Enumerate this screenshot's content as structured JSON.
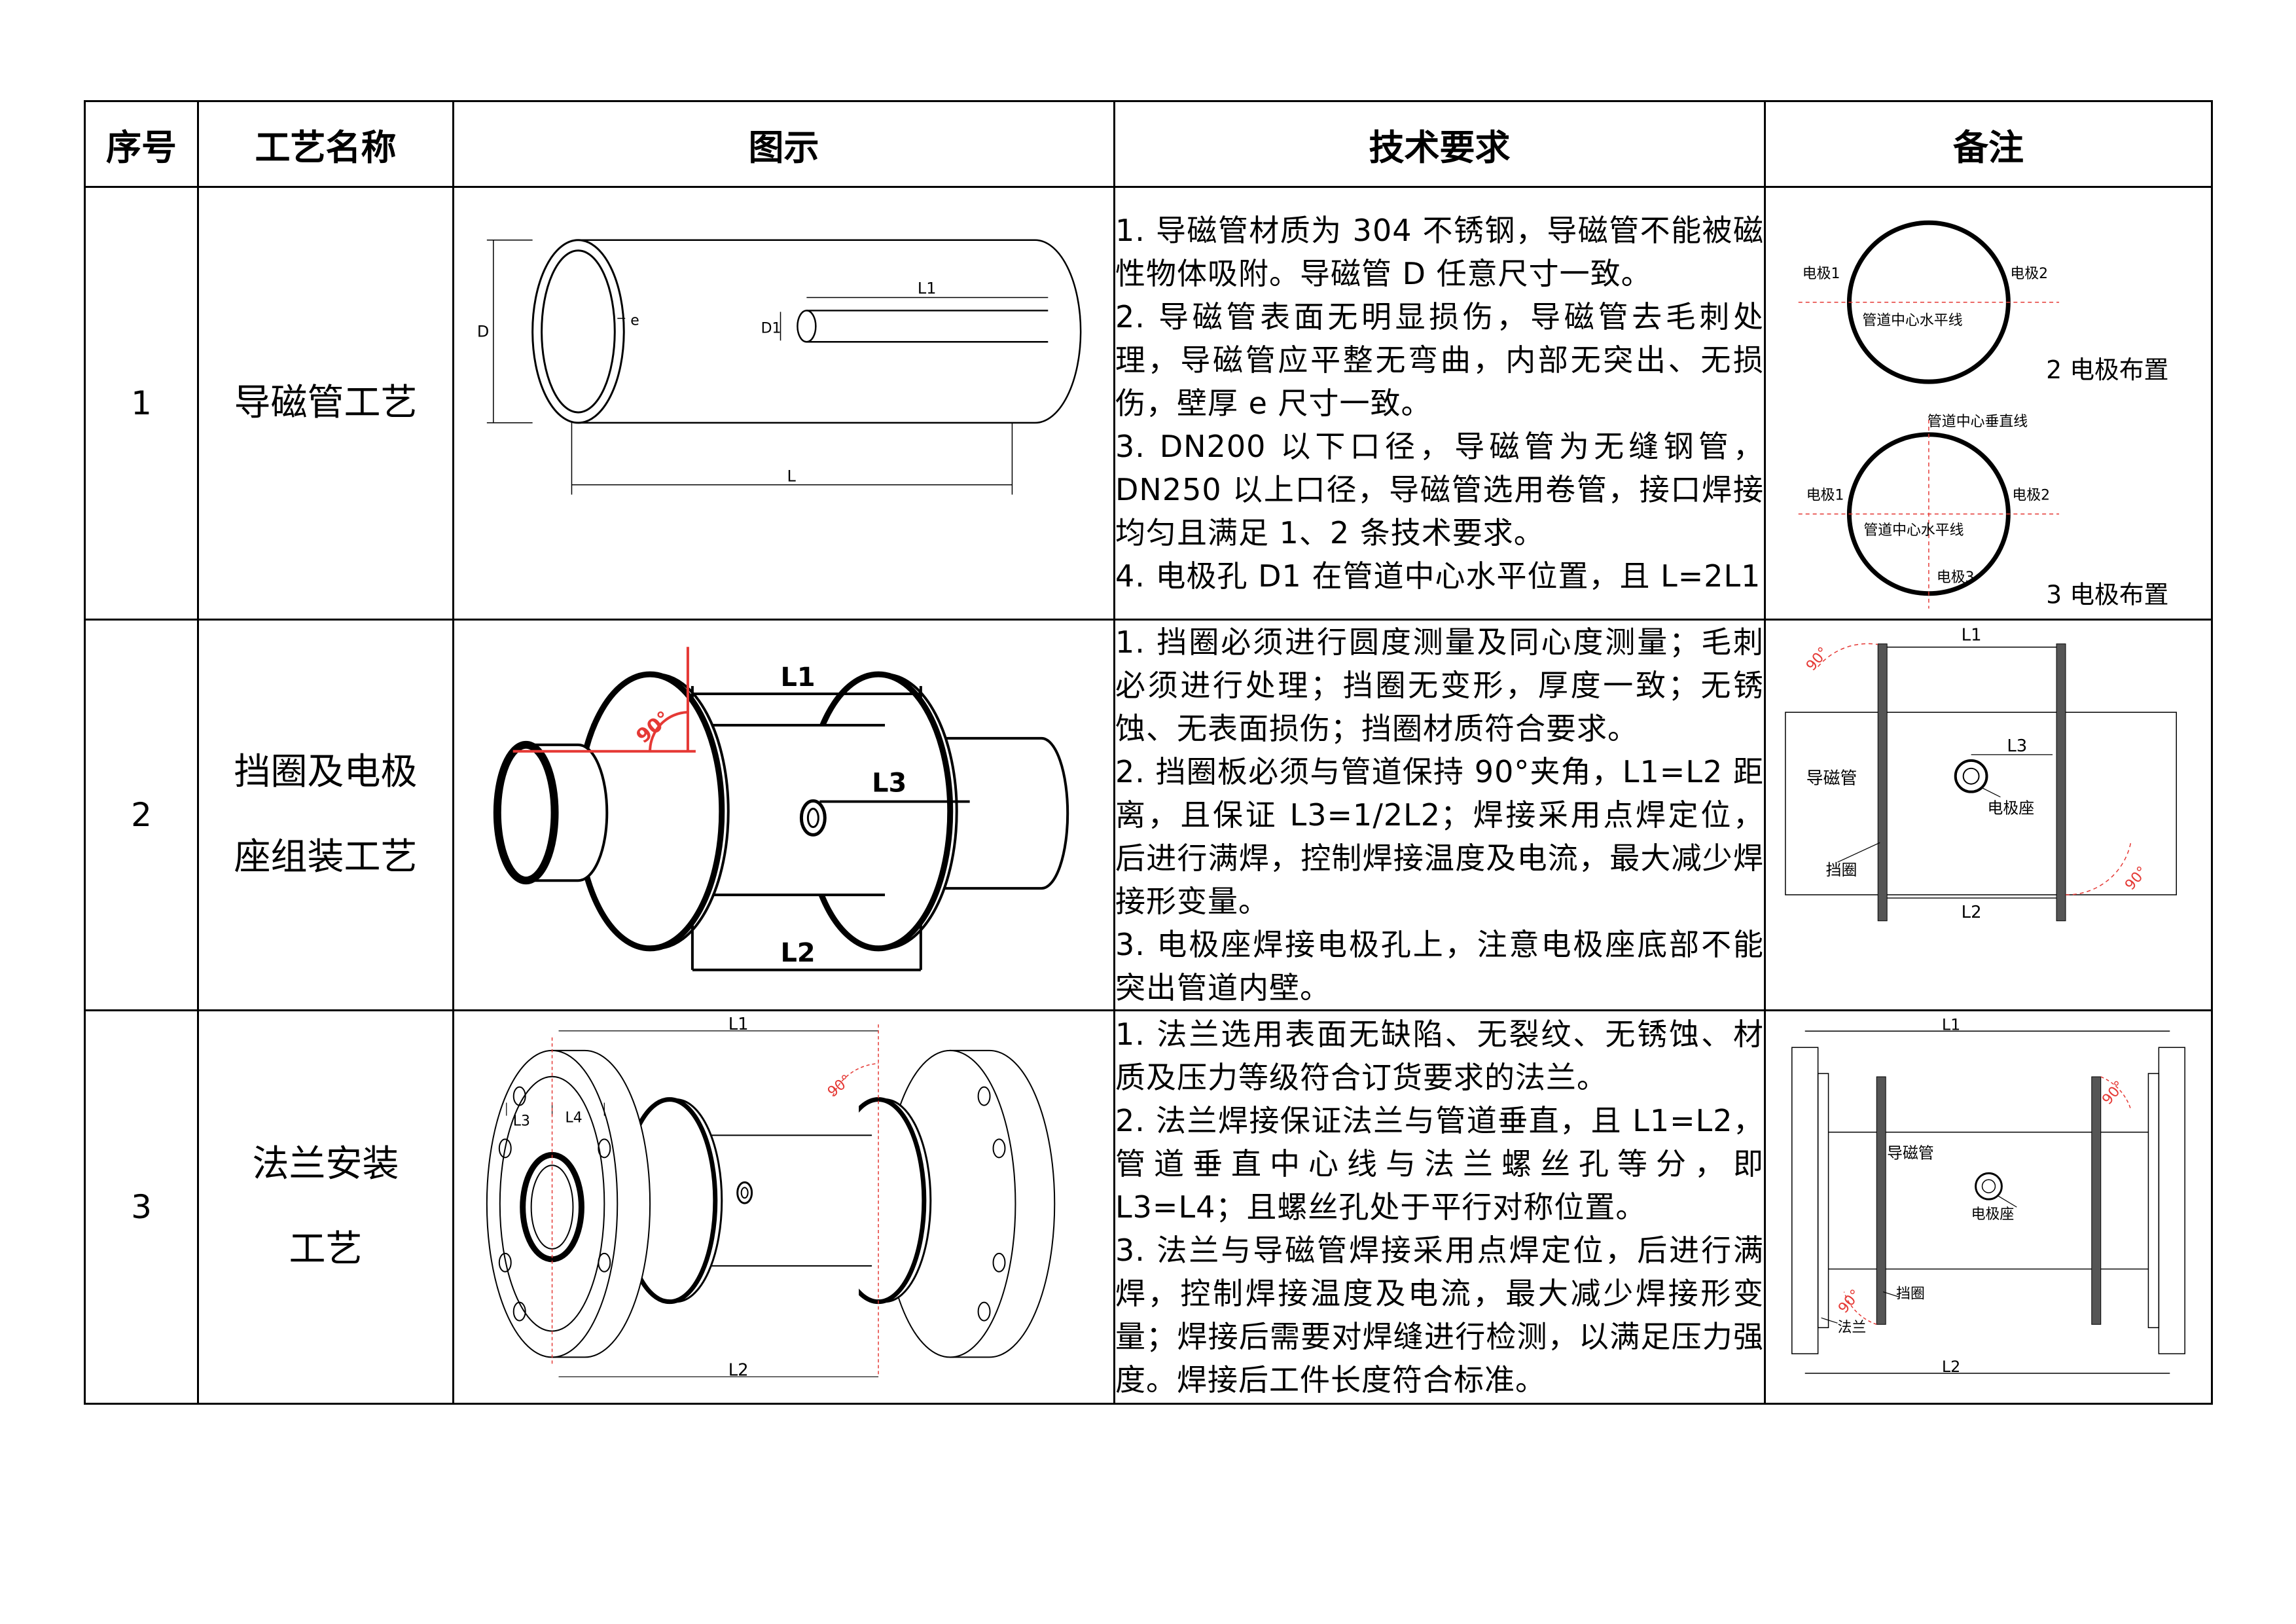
{
  "header": {
    "no": "序号",
    "name": "工艺名称",
    "figure": "图示",
    "requirements": "技术要求",
    "notes": "备注"
  },
  "rows": [
    {
      "no": "1",
      "name": "导磁管工艺",
      "requirements": [
        "1. 导磁管材质为 304 不锈钢，导磁管不能被磁性物体吸附。导磁管 D 任意尺寸一致。",
        "2. 导磁管表面无明显损伤，导磁管去毛刺处理，导磁管应平整无弯曲，内部无突出、无损伤，壁厚 e 尺寸一致。",
        "3. DN200 以下口径，导磁管为无缝钢管，DN250 以上口径，导磁管选用卷管，接口焊接均匀且满足 1、2 条技术要求。",
        "4. 电极孔 D1 在管道中心水平位置，且 L=2L1"
      ],
      "figure_labels": {
        "D": "D",
        "e": "e",
        "D1": "D1",
        "L1": "L1",
        "L": "L"
      },
      "note_labels": {
        "electrode1": "电极1",
        "electrode2": "电极2",
        "electrode3": "电极3",
        "horizontal": "管道中心水平线",
        "vertical": "管道中心垂直线",
        "layout2": "2 电极布置",
        "layout3": "3 电极布置"
      }
    },
    {
      "no": "2",
      "name_lines": [
        "挡圈及电极",
        "座组装工艺"
      ],
      "requirements": [
        "1. 挡圈必须进行圆度测量及同心度测量；毛刺必须进行处理；挡圈无变形，厚度一致；无锈蚀、无表面损伤；挡圈材质符合要求。",
        "2. 挡圈板必须与管道保持 90°夹角，L1=L2 距离，且保证 L3=1/2L2；焊接采用点焊定位，后进行满焊，控制焊接温度及电流，最大减少焊接形变量。",
        "3. 电极座焊接电极孔上，注意电极座底部不能突出管道内壁。"
      ],
      "figure_labels": {
        "L1": "L1",
        "L2": "L2",
        "L3": "L3",
        "angle": "90°"
      },
      "note_labels": {
        "L1": "L1",
        "L2": "L2",
        "L3": "L3",
        "angle": "90°",
        "tube": "导磁管",
        "seat": "电极座",
        "ring": "挡圈"
      }
    },
    {
      "no": "3",
      "name_lines": [
        "法兰安装",
        "工艺"
      ],
      "requirements": [
        "1. 法兰选用表面无缺陷、无裂纹、无锈蚀、材质及压力等级符合订货要求的法兰。",
        "2. 法兰焊接保证法兰与管道垂直，且 L1=L2，管道垂直中心线与法兰螺丝孔等分，即 L3=L4；且螺丝孔处于平行对称位置。",
        "3. 法兰与导磁管焊接采用点焊定位，后进行满焊，控制焊接温度及电流，最大减少焊接形变量；焊接后需要对焊缝进行检测，以满足压力强度。焊接后工件长度符合标准。"
      ],
      "figure_labels": {
        "L1": "L1",
        "L2": "L2",
        "L3": "L3",
        "L4": "L4",
        "angle": "90°"
      },
      "note_labels": {
        "L1": "L1",
        "L2": "L2",
        "angle": "90°",
        "tube": "导磁管",
        "seat": "电极座",
        "ring": "挡圈",
        "flange": "法兰"
      }
    }
  ],
  "colors": {
    "accent_red": "#e53935",
    "line": "#000000"
  }
}
